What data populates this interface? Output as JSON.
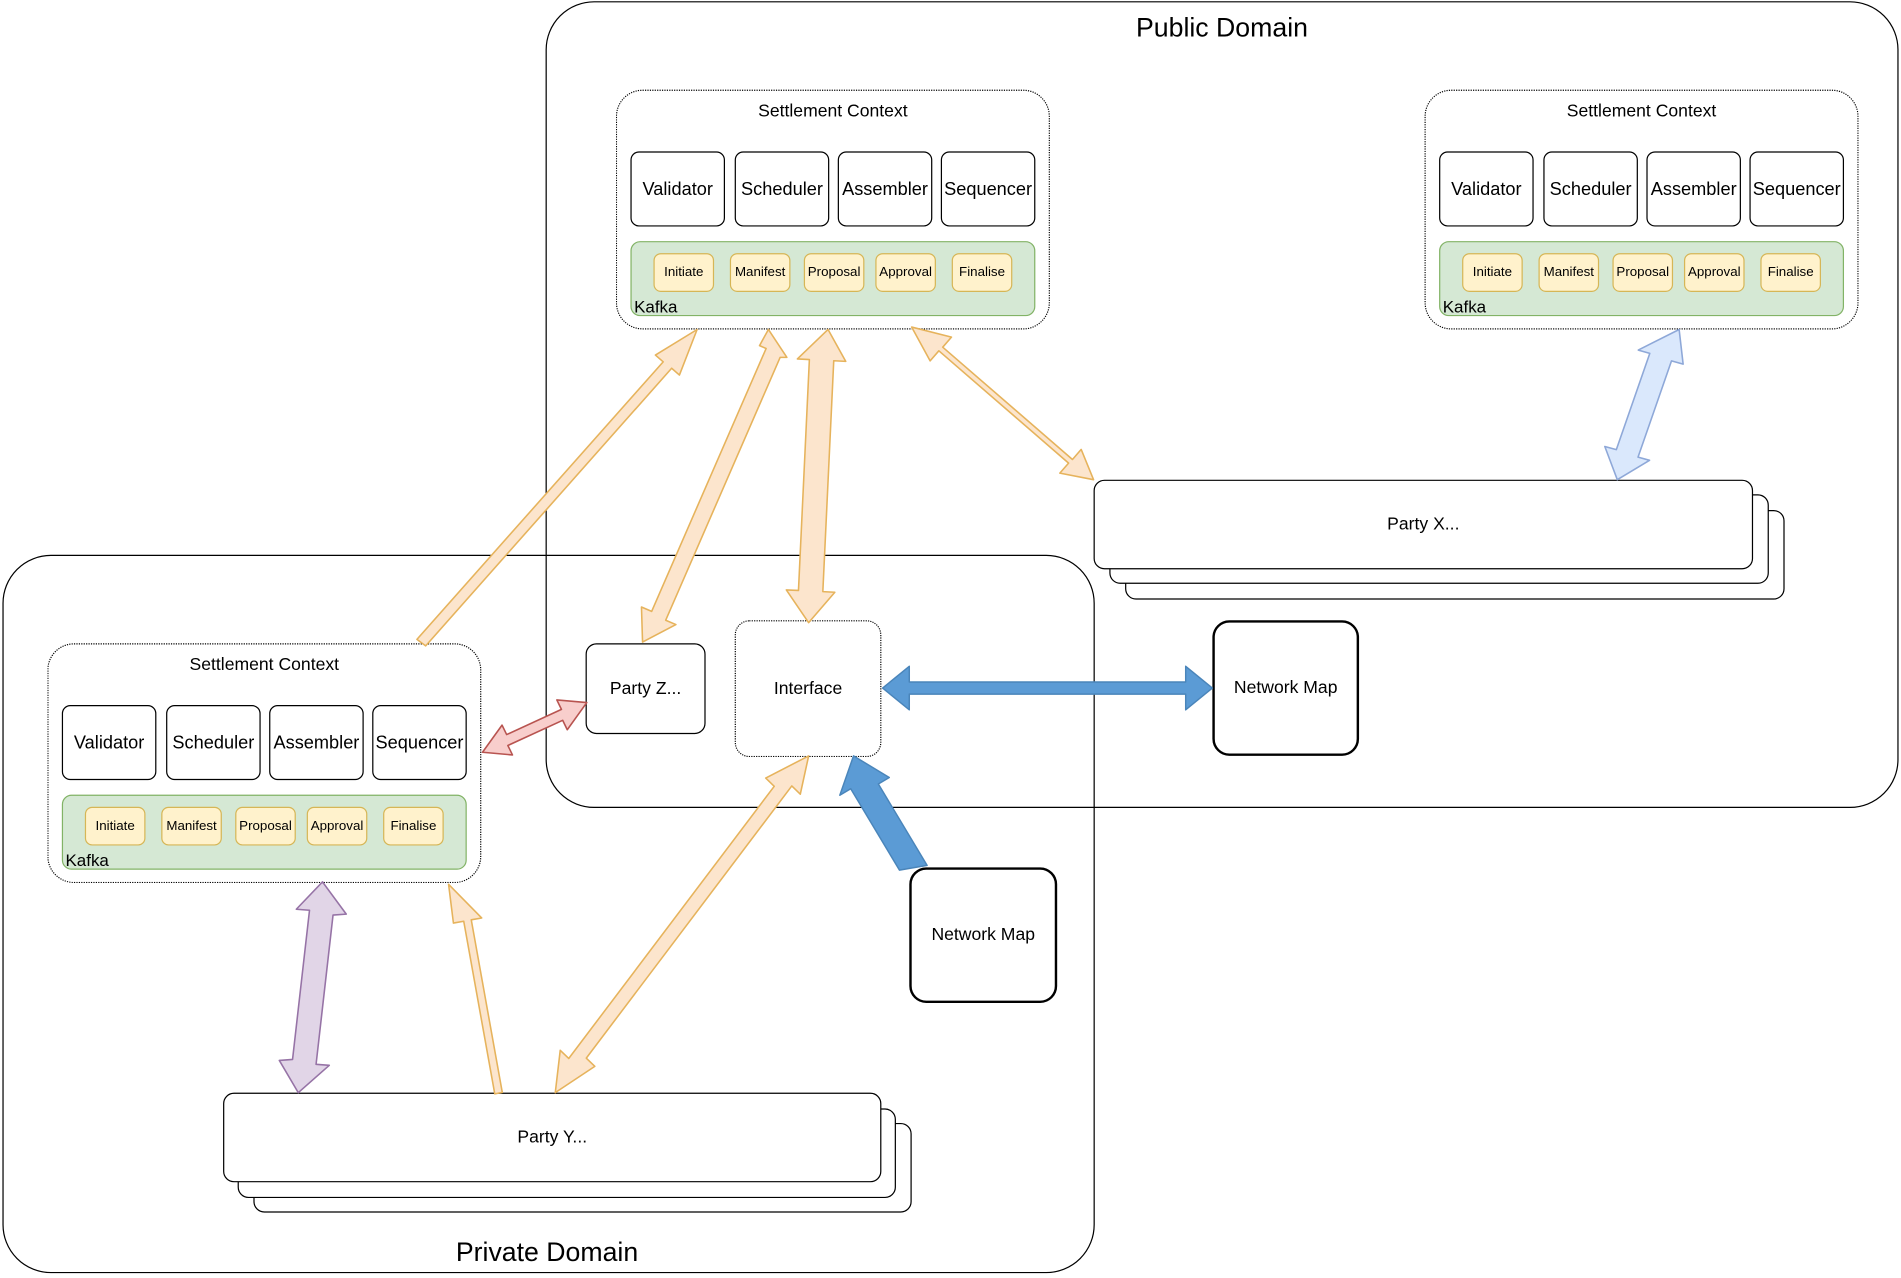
{
  "public_domain": {
    "title": "Public Domain",
    "contexts": [
      {
        "title": "Settlement Context",
        "components": [
          "Validator",
          "Scheduler",
          "Assembler",
          "Sequencer"
        ],
        "kafka_label": "Kafka",
        "topics": [
          "Initiate",
          "Manifest",
          "Proposal",
          "Approval",
          "Finalise"
        ]
      },
      {
        "title": "Settlement Context",
        "components": [
          "Validator",
          "Scheduler",
          "Assembler",
          "Sequencer"
        ],
        "kafka_label": "Kafka",
        "topics": [
          "Initiate",
          "Manifest",
          "Proposal",
          "Approval",
          "Finalise"
        ]
      }
    ],
    "party_x": "Party X...",
    "party_z": "Party Z...",
    "interface": "Interface",
    "network_map": "Network Map"
  },
  "private_domain": {
    "title": "Private Domain",
    "context": {
      "title": "Settlement Context",
      "components": [
        "Validator",
        "Scheduler",
        "Assembler",
        "Sequencer"
      ],
      "kafka_label": "Kafka",
      "topics": [
        "Initiate",
        "Manifest",
        "Proposal",
        "Approval",
        "Finalise"
      ]
    },
    "party_y": "Party Y...",
    "network_map": "Network Map"
  },
  "colors": {
    "orange_arrow_fill": "#fce5cd",
    "orange_arrow_stroke": "#e6b35c",
    "blue_arrow": "#5b9bd5",
    "light_blue_arrow_fill": "#dae8fc",
    "light_blue_arrow_stroke": "#8ea8d8",
    "purple_arrow_fill": "#e1d5e7",
    "purple_arrow_stroke": "#9673a6",
    "red_arrow_fill": "#f8cecc",
    "red_arrow_stroke": "#b85450",
    "kafka_fill": "#d5e8d4",
    "topic_fill": "#fff2cc"
  }
}
